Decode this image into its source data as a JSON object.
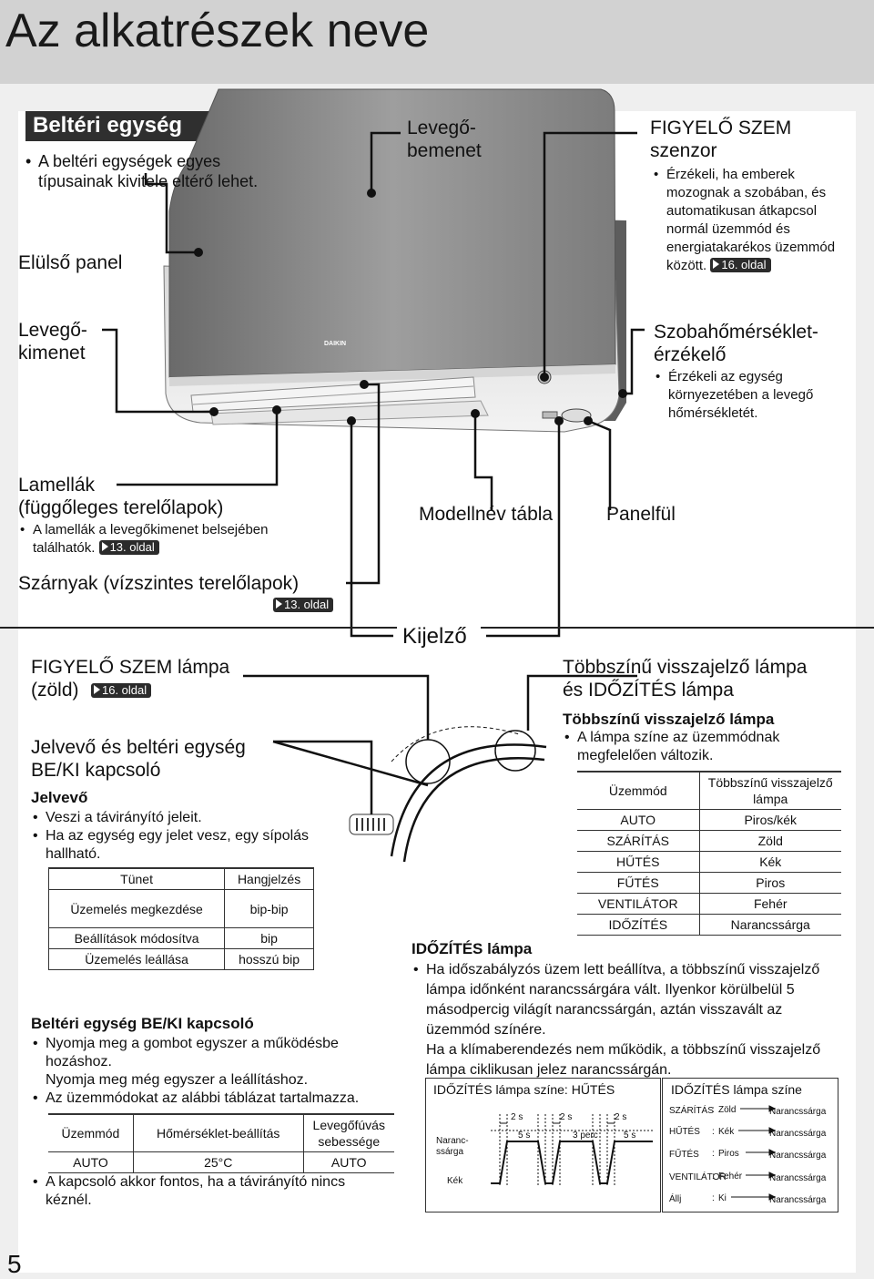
{
  "page": {
    "title": "Az alkatrészek neve",
    "page_number": "5",
    "section_badge": "Beltéri egység"
  },
  "intro_note": "A beltéri egységek egyes típusainak kivitele eltérő lehet.",
  "brand_logo": "DAIKIN",
  "labels": {
    "front_panel": "Elülső panel",
    "air_inlet": "Levegő-\nbemenet",
    "sensor_title": "FIGYELŐ SZEM\nszenzor",
    "sensor_text": "Érzékeli, ha emberek mozognak a szobában, és automatikusan átkapcsol normál üzemmód és energiatakarékos üzemmód között.",
    "sensor_ref": "16. oldal",
    "air_outlet": "Levegő-\nkimenet",
    "room_temp_title": "Szobahőmérséklet-\nérzékelő",
    "room_temp_text": "Érzékeli az egység környezetében a levegő hőmérsékletét.",
    "louvers_title": "Lamellák\n(függőleges terelőlapok)",
    "louvers_text": "A lamellák a levegőkimenet belsejében találhatók.",
    "louvers_ref": "13. oldal",
    "model_plate": "Modellnév tábla",
    "panel_tab": "Panelfül",
    "flaps_title": "Szárnyak (vízszintes terelőlapok)",
    "flaps_ref": "13. oldal",
    "display": "Kijelző",
    "eye_lamp_title": "FIGYELŐ SZEM lámpa\n(zöld)",
    "eye_lamp_ref": "16. oldal",
    "multi_lamp_title": "Többszínű visszajelző lámpa\nés IDŐZÍTÉS lámpa",
    "receiver_title": "Jelvevő és beltéri egység\nBE/KI kapcsoló"
  },
  "receiver": {
    "heading": "Jelvevő",
    "bullets": [
      "Veszi a távirányító jeleit.",
      "Ha az egység egy jelet vesz, egy sípolás hallható."
    ],
    "sound_table": {
      "headers": [
        "Tünet",
        "Hangjelzés"
      ],
      "rows": [
        [
          "Üzemelés megkezdése",
          "bip-bip"
        ],
        [
          "Beállítások módosítva",
          "bip"
        ],
        [
          "Üzemelés leállása",
          "hosszú bip"
        ]
      ]
    }
  },
  "onoff": {
    "heading": "Beltéri egység BE/KI kapcsoló",
    "bullet1": "Nyomja meg a gombot egyszer a működésbe hozáshoz.",
    "bullet1b": "Nyomja meg még egyszer a leállításhoz.",
    "bullet2": "Az üzemmódokat az alábbi táblázat tartalmazza.",
    "table": {
      "headers": [
        "Üzemmód",
        "Hőmérséklet-beállítás",
        "Levegőfúvás sebessége"
      ],
      "row": [
        "AUTO",
        "25°C",
        "AUTO"
      ]
    },
    "bullet3": "A kapcsoló akkor fontos, ha a távirányító nincs kéznél."
  },
  "multi_lamp": {
    "heading": "Többszínű visszajelző lámpa",
    "text": "A lámpa színe az üzemmódnak megfelelően változik.",
    "table": {
      "headers": [
        "Üzemmód",
        "Többszínű visszajelző lámpa"
      ],
      "rows": [
        [
          "AUTO",
          "Piros/kék"
        ],
        [
          "SZÁRÍTÁS",
          "Zöld"
        ],
        [
          "HŰTÉS",
          "Kék"
        ],
        [
          "FŰTÉS",
          "Piros"
        ],
        [
          "VENTILÁTOR",
          "Fehér"
        ],
        [
          "IDŐZÍTÉS",
          "Narancssárga"
        ]
      ]
    }
  },
  "timer_lamp": {
    "heading": "IDŐZÍTÉS lámpa",
    "text1": "Ha időszabályzós üzem lett beállítva, a többszínű visszajelző lámpa időnként narancssárgára vált. Ilyenkor körülbelül 5 másodpercig világít narancssárgán, aztán visszavált az üzemmód színére.",
    "text2": "Ha a klímaberendezés nem működik, a többszínű visszajelző lámpa ciklikusan jelez narancssárgán."
  },
  "timer_chart": {
    "title": "IDŐZÍTÉS lámpa színe: HŰTÉS",
    "y_labels": [
      "Naranc-\nssárga",
      "Kék"
    ],
    "top_labels": [
      "2 s",
      "2 s",
      "2 s"
    ],
    "mid_labels": [
      "5 s",
      "3 perc",
      "5 s"
    ]
  },
  "color_box": {
    "title": "IDŐZÍTÉS lámpa színe",
    "rows": [
      {
        "mode": "SZÁRÍTÁS",
        "color": "Zöld",
        "target": "Narancssárga"
      },
      {
        "mode": "HŰTÉS",
        "color": "Kék",
        "target": "Narancssárga"
      },
      {
        "mode": "FŰTÉS",
        "color": "Piros",
        "target": "Narancssárga"
      },
      {
        "mode": "VENTILÁTOR",
        "color": "Fehér",
        "target": "Narancssárga"
      },
      {
        "mode": "Állj",
        "color": "Ki",
        "target": "Narancssárga"
      }
    ]
  }
}
